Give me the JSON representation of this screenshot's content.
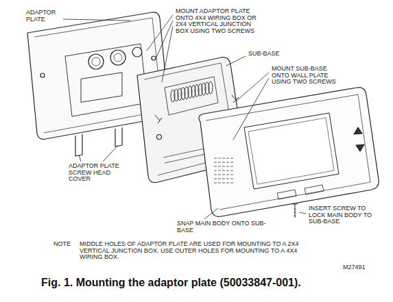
{
  "diagram": {
    "caption": "Fig. 1. Mounting the adaptor plate (50033847-001).",
    "labels": [
      "ADAPTOR PLATE",
      "MOUNT ADAPTOR PLATE ONTO 4X4 WIRING BOX OR 2X4 VERTICAL JUNCTION BOX USING TWO SCREWS",
      "SUB-BASE",
      "MOUNT SUB-BASE ONTO WALL PLATE USING TWO SCREWS",
      "ADAPTOR PLATE SCREW HEAD COVER",
      "SNAP MAIN BODY ONTO SUB-BASE",
      "INSERT SCREW TO LOCK MAIN BODY TO SUB-BASE",
      "NOTE",
      "MIDDLE HOLES OF ADAPTOR PLATE ARE USED FOR MOUNTING TO A 2X4 VERTICAL JUNCTION BOX. USE OUTER HOLES FOR MOUNTING TO A 4X4 WIRING BOX.",
      "M27491"
    ]
  }
}
